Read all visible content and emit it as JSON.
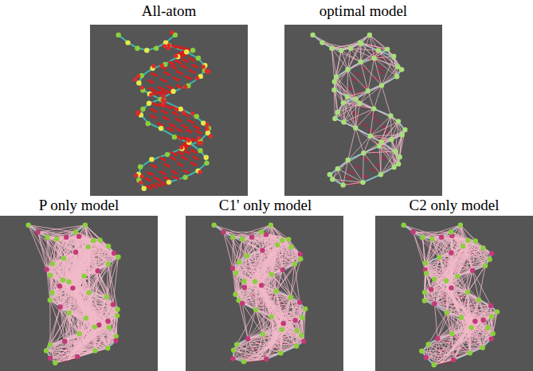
{
  "diagram": {
    "labels": [
      "All-atom",
      "optimal model",
      "P only model",
      "C1' only model",
      "C2 only model"
    ]
  }
}
